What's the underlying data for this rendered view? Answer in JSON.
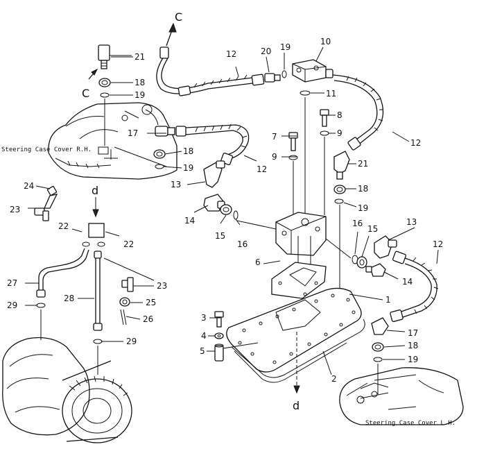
{
  "captions": {
    "steering_case_cover_rh": "Steering Case Cover R.H.",
    "steering_case_cover_lh": "Steering Case Cover L.H."
  },
  "connection_marks": {
    "c_top": "C",
    "c_left": "C",
    "d_upper": "d",
    "d_lower": "d"
  },
  "callouts": {
    "p1": "1",
    "p2": "2",
    "p3": "3",
    "p4": "4",
    "p5": "5",
    "p6": "6",
    "p7": "7",
    "p8": "8",
    "p9a": "9",
    "p9b": "9",
    "p10": "10",
    "p11": "11",
    "p12a": "12",
    "p12b": "12",
    "p12c": "12",
    "p12d": "12",
    "p13a": "13",
    "p13b": "13",
    "p14a": "14",
    "p14b": "14",
    "p15a": "15",
    "p15b": "15",
    "p16a": "16",
    "p16b": "16",
    "p17a": "17",
    "p17b": "17",
    "p18a": "18",
    "p18b": "18",
    "p18c": "18",
    "p18d": "18",
    "p19a": "19",
    "p19b": "19",
    "p19c": "19",
    "p19d": "19",
    "p19e": "19",
    "p20": "20",
    "p21a": "21",
    "p21b": "21",
    "p22a": "22",
    "p22b": "22",
    "p23a": "23",
    "p23b": "23",
    "p24": "24",
    "p25": "25",
    "p26": "26",
    "p27": "27",
    "p28": "28",
    "p29a": "29",
    "p29b": "29"
  }
}
